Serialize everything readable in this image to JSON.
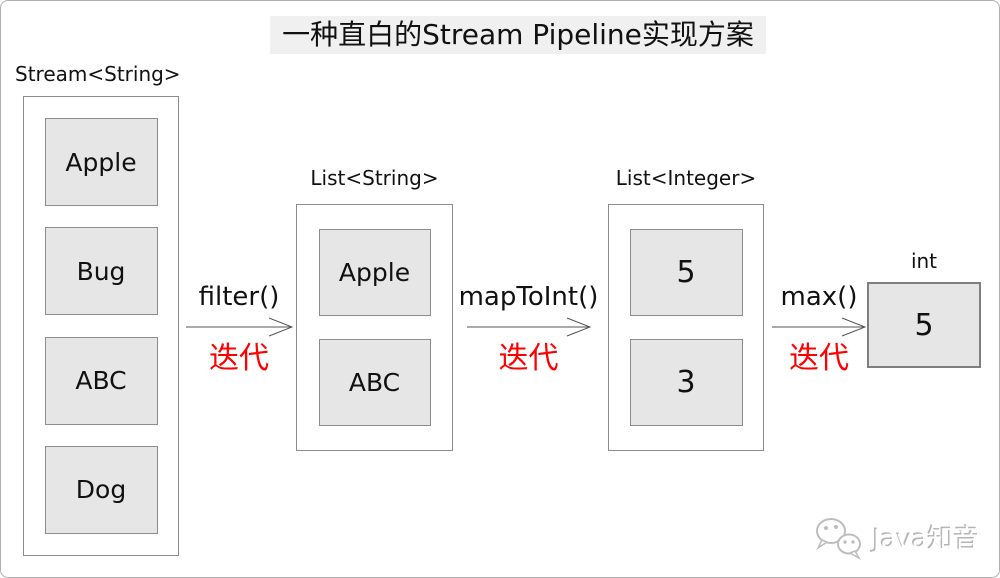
{
  "title": {
    "text": "一种直白的Stream Pipeline实现方案"
  },
  "pipeline": {
    "stages": [
      {
        "label": "Stream<String>",
        "items": [
          "Apple",
          "Bug",
          "ABC",
          "Dog"
        ]
      },
      {
        "label": "List<String>",
        "items": [
          "Apple",
          "ABC"
        ]
      },
      {
        "label": "List<Integer>",
        "items": [
          "5",
          "3"
        ]
      },
      {
        "label": "int",
        "items": [
          "5"
        ]
      }
    ],
    "arrows": [
      {
        "op": "filter()",
        "note": "迭代"
      },
      {
        "op": "mapToInt()",
        "note": "迭代"
      },
      {
        "op": "max()",
        "note": "迭代"
      }
    ]
  },
  "watermark": {
    "icon": "wechat-icon",
    "text": "Java知音"
  },
  "colors": {
    "note_red": "#ff0000",
    "cell_fill": "#e6e6e6",
    "cell_border": "#8c8c8c",
    "title_bg": "#f0f0f0",
    "arrow_stroke": "#555555",
    "watermark_gray": "#b5b5b5"
  }
}
